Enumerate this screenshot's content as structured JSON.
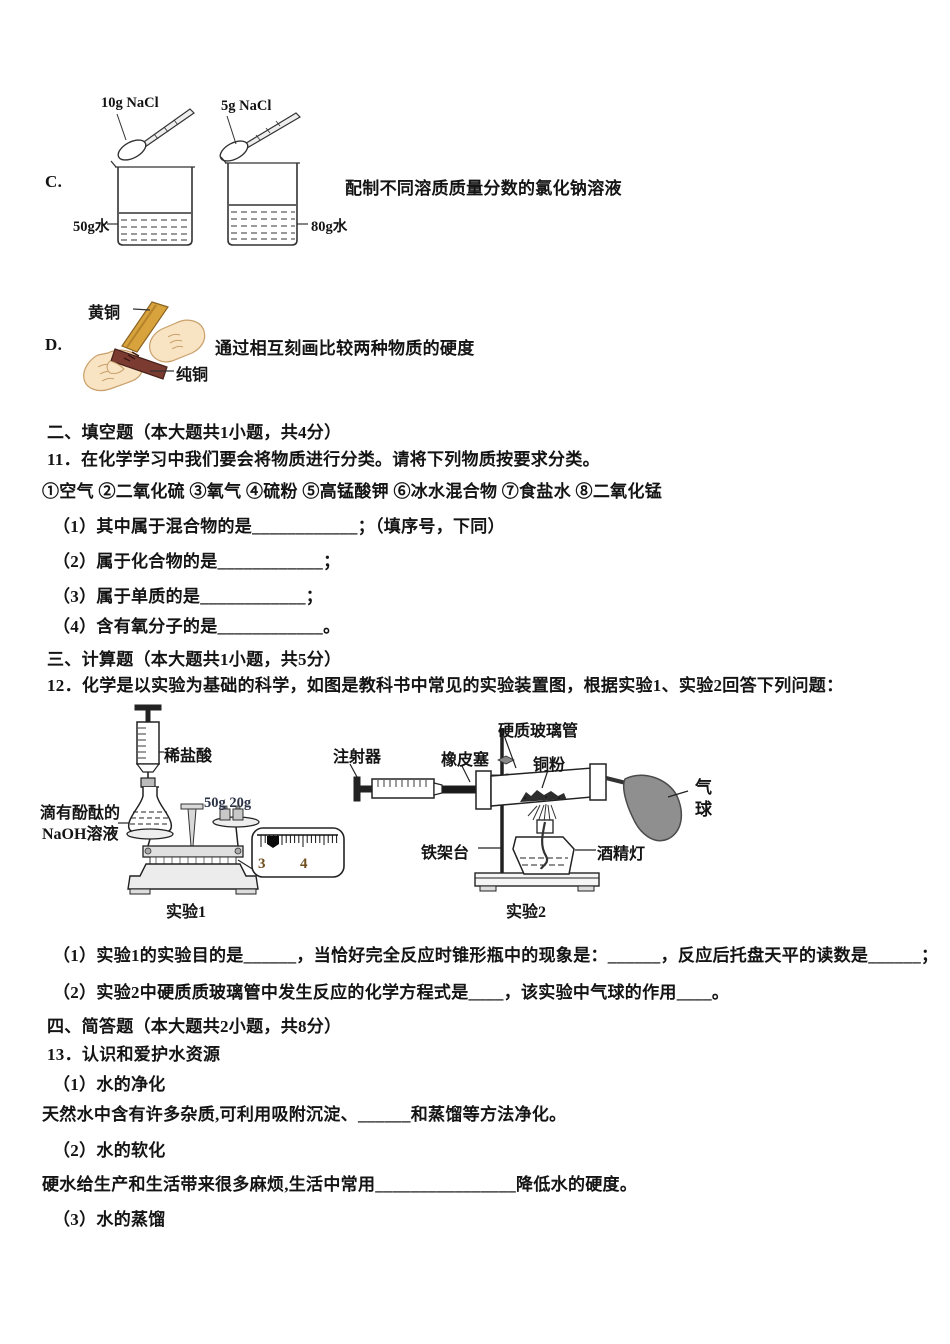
{
  "option_c": {
    "label": "C.",
    "description": "配制不同溶质质量分数的氯化钠溶液",
    "spoon1_label": "10g NaCl",
    "spoon2_label": "5g NaCl",
    "beaker1_label": "50g水",
    "beaker2_label": "80g水"
  },
  "option_d": {
    "label": "D.",
    "description": "通过相互刻画比较两种物质的硬度",
    "top_label": "黄铜",
    "bottom_label": "纯铜"
  },
  "section2": {
    "heading": "二、填空题（本大题共1小题，共4分）",
    "q11": {
      "stem": "11．在化学学习中我们要会将物质进行分类。请将下列物质按要求分类。",
      "substances": "①空气 ②二氧化硫 ③氧气 ④硫粉 ⑤高锰酸钾 ⑥冰水混合物 ⑦食盐水 ⑧二氧化锰",
      "parts": [
        "（1）其中属于混合物的是____________；（填序号，下同）",
        "（2）属于化合物的是____________；",
        "（3）属于单质的是____________；",
        "（4）含有氧分子的是____________。"
      ]
    }
  },
  "section3": {
    "heading": "三、计算题（本大题共1小题，共5分）",
    "q12": {
      "stem": "12．化学是以实验为基础的科学，如图是教科书中常见的实验装置图，根据实验1、实验2回答下列问题：",
      "exp1": {
        "caption": "实验1",
        "syringe_label": "稀盐酸",
        "flask_label_line1": "滴有酚酞的",
        "flask_label_line2": "NaOH溶液",
        "weights_label": "50g 20g",
        "scale_number_left": "3",
        "scale_number_right": "4"
      },
      "exp2": {
        "caption": "实验2",
        "syringe_label": "注射器",
        "stopper_label": "橡皮塞",
        "tube_label": "硬质玻璃管",
        "copper_label": "铜粉",
        "balloon_label": "气球",
        "stand_label": "铁架台",
        "lamp_label": "酒精灯"
      },
      "parts": [
        "（1）实验1的实验目的是______，当恰好完全反应时锥形瓶中的现象是：______，反应后托盘天平的读数是______；",
        "（2）实验2中硬质质玻璃管中发生反应的化学方程式是____，该实验中气球的作用____。"
      ]
    }
  },
  "section4": {
    "heading": "四、简答题（本大题共2小题，共8分）",
    "q13": {
      "stem": "13．认识和爱护水资源",
      "part1_title": "（1）水的净化",
      "part1_text": "天然水中含有许多杂质,可利用吸附沉淀、______和蒸馏等方法净化。",
      "part2_title": "（2）水的软化",
      "part2_text": "硬水给生产和生活带来很多麻烦,生活中常用________________降低水的硬度。",
      "part3_title": "（3）水的蒸馏"
    }
  },
  "colors": {
    "ink": "#141414",
    "brass": "#d8a33c",
    "copper": "#7b3b31",
    "skin": "#f8e3c2",
    "balloon_gray": "#8f8f8f",
    "scale_numbers": "#6e4f1d",
    "weights_text": "#2b3346"
  }
}
